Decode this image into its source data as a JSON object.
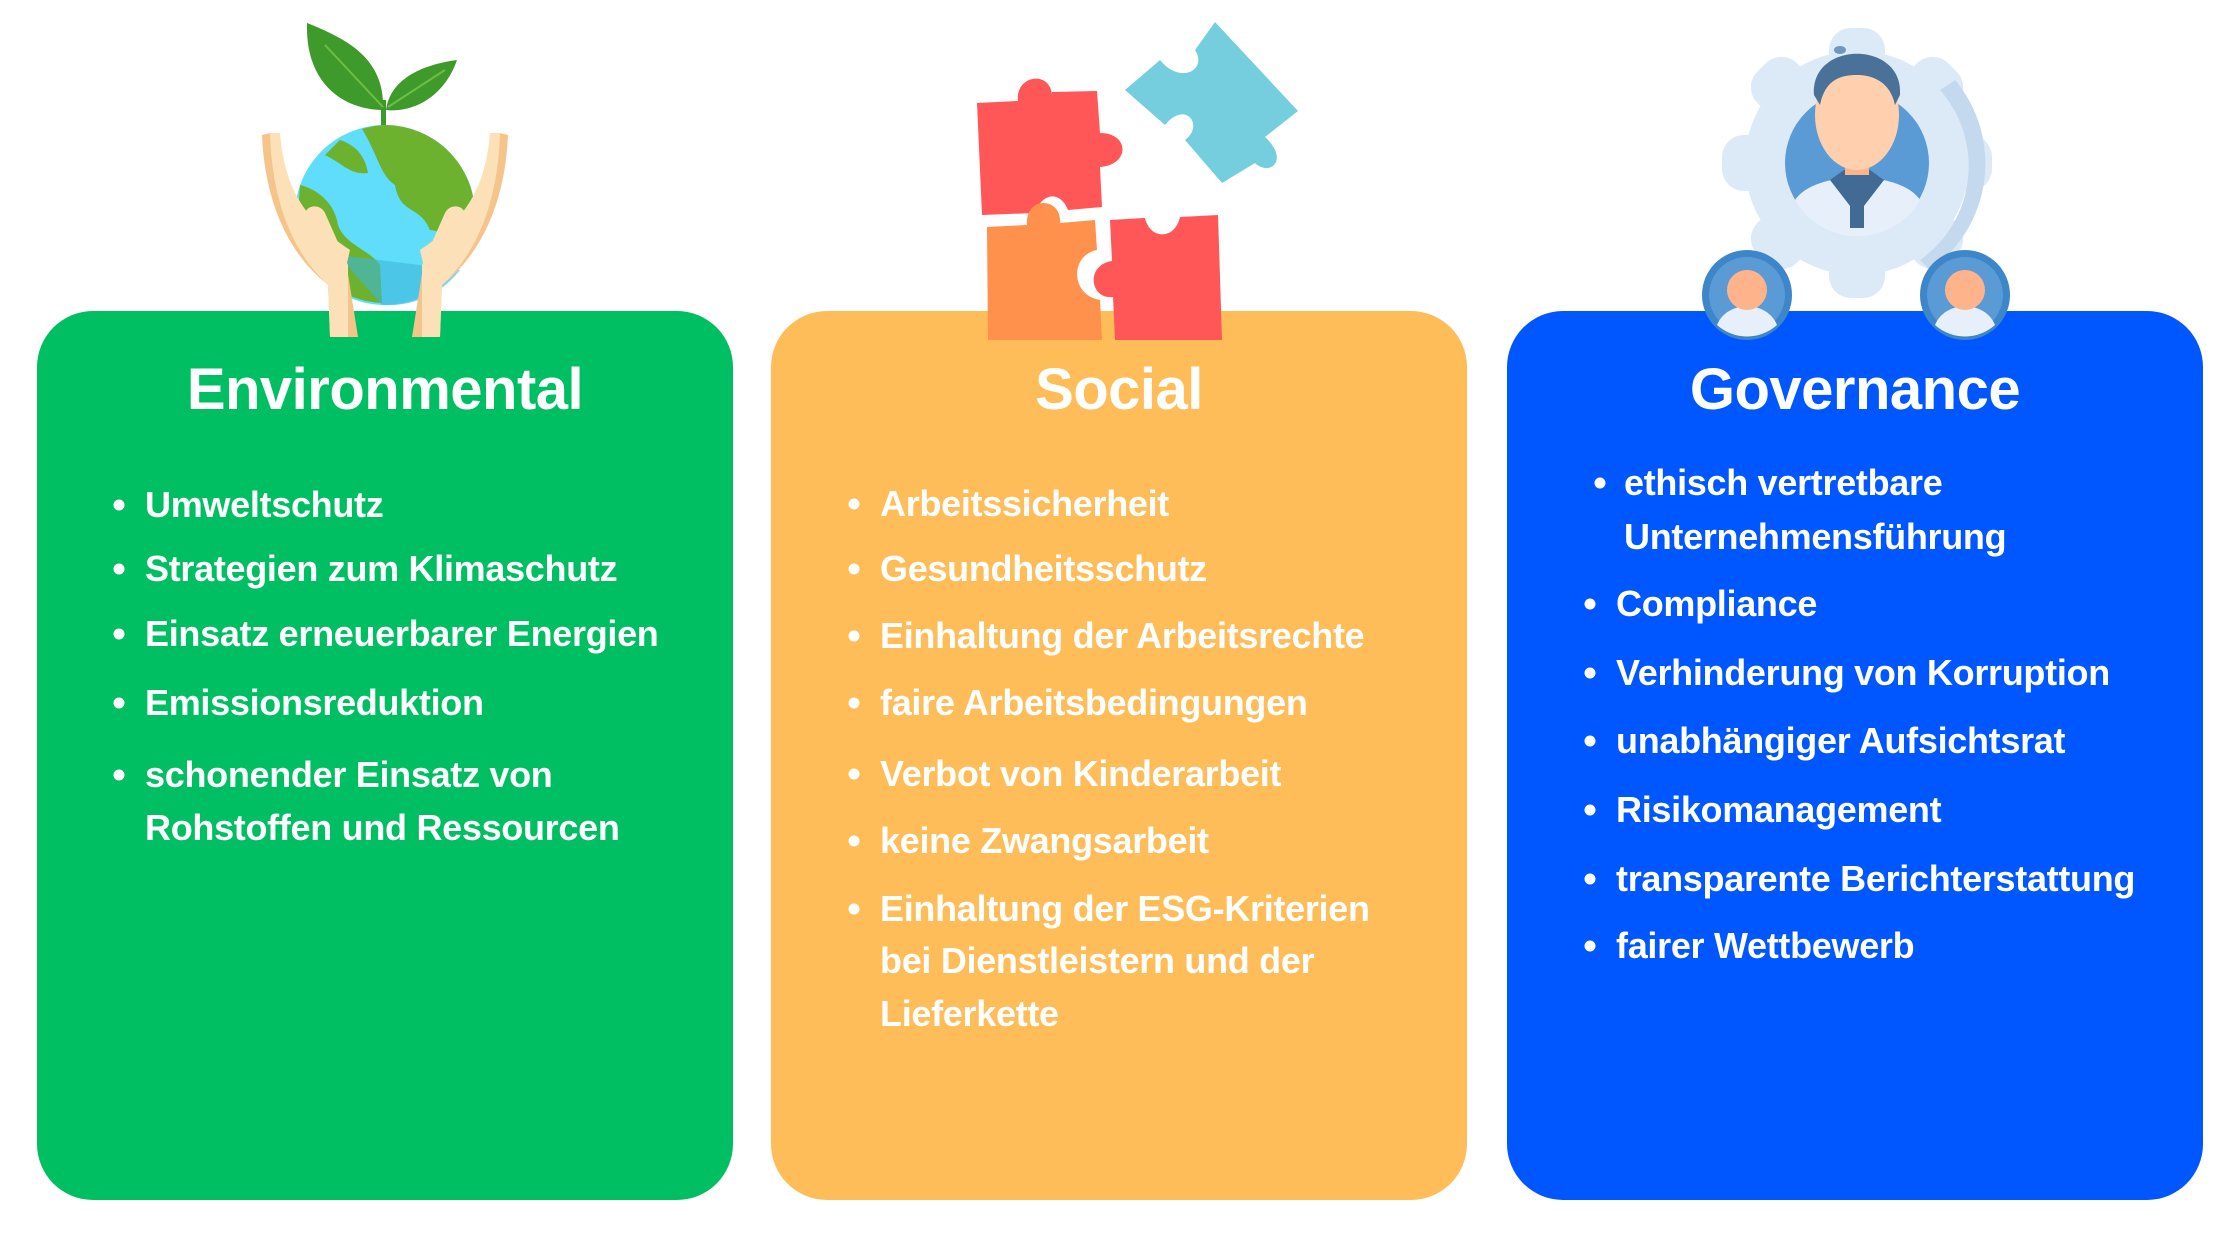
{
  "colors": {
    "environmental": "#00BF63",
    "social": "#FFBD59",
    "governance": "#0057FF",
    "text": "#FFFFFF"
  },
  "cards": [
    {
      "id": "environmental",
      "title": "Environmental",
      "icon": "globe-in-hands-with-sprout-icon",
      "items": [
        "Umweltschutz",
        "Strategien zum Klimaschutz",
        "Einsatz erneuerbarer Energien",
        "Emissionsreduktion",
        "schonender Einsatz von",
        "Rohstoffen und Ressourcen"
      ]
    },
    {
      "id": "social",
      "title": "Social",
      "icon": "puzzle-pieces-icon",
      "items": [
        "Arbeitssicherheit",
        "Gesundheitsschutz",
        "Einhaltung der Arbeitsrechte",
        "faire Arbeitsbedingungen",
        "Verbot von Kinderarbeit",
        "keine Zwangsarbeit",
        "Einhaltung der ESG-Kriterien",
        "bei Dienstleistern und der",
        "Lieferkette"
      ]
    },
    {
      "id": "governance",
      "title": "Governance",
      "icon": "manager-gear-team-icon",
      "items": [
        "ethisch vertretbare",
        "Unternehmensführung",
        "Compliance",
        "Verhinderung von Korruption",
        "unabhängiger Aufsichtsrat",
        "Risikomanagement",
        "transparente Berichterstattung",
        "fairer Wettbewerb"
      ]
    }
  ]
}
